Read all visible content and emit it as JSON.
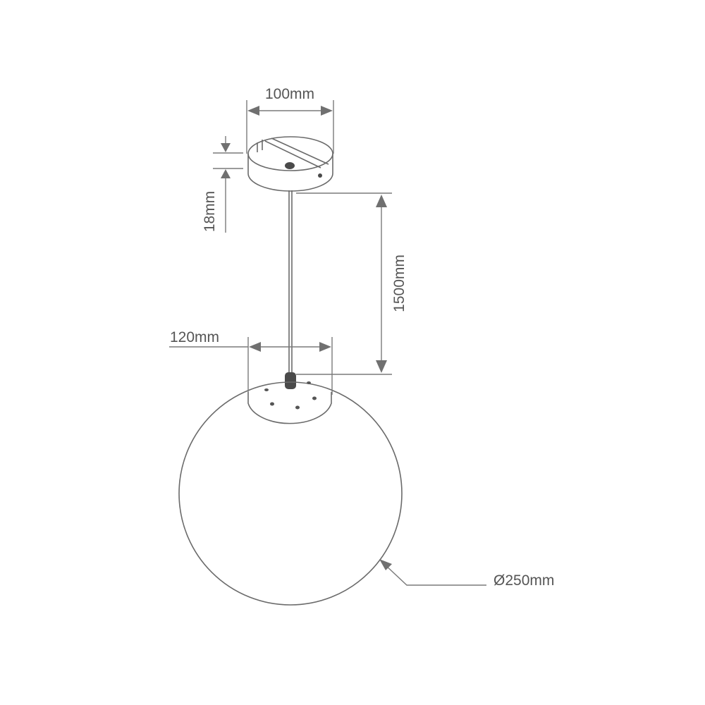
{
  "dimensions": {
    "canopy_diameter": "100mm",
    "canopy_height": "18mm",
    "cord_length": "1500mm",
    "cap_diameter": "120mm",
    "globe_diameter": "Ø250mm"
  },
  "colors": {
    "line": "#6a6a6a",
    "text": "#555555",
    "fitting": "#4a4a4a"
  }
}
